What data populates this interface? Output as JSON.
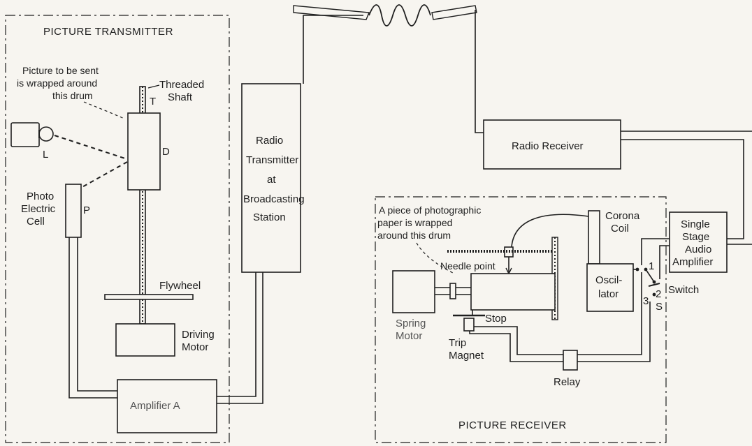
{
  "transmitter": {
    "title": "PICTURE TRANSMITTER",
    "picture_note": [
      "Picture to be sent",
      "is wrapped around",
      "this drum"
    ],
    "threaded_shaft": [
      "Threaded",
      "Shaft"
    ],
    "shaft_letter": "T",
    "drum_letter": "D",
    "lamp_letter": "L",
    "photo_cell": [
      "Photo",
      "Electric",
      "Cell"
    ],
    "photo_cell_letter": "P",
    "flywheel": "Flywheel",
    "driving_motor": [
      "Driving",
      "Motor"
    ],
    "amplifier": "Amplifier A"
  },
  "radio_transmitter": [
    "Radio",
    "Transmitter",
    "at",
    "Broadcasting",
    "Station"
  ],
  "radio_receiver": "Radio Receiver",
  "receiver": {
    "title": "PICTURE RECEIVER",
    "paper_note": [
      "A piece of photographic",
      "paper is wrapped",
      "around this drum"
    ],
    "needle_point": "Needle point",
    "corona_coil": [
      "Corona",
      "Coil"
    ],
    "oscillator": [
      "Oscil-",
      "lator"
    ],
    "amplifier": [
      "Single",
      "Stage",
      "Audio",
      "Amplifier"
    ],
    "switch": "Switch",
    "switch_terminals": [
      "1",
      "2",
      "3"
    ],
    "switch_letter": "S",
    "spring_motor": [
      "Spring",
      "Motor"
    ],
    "stop": "Stop",
    "trip_magnet": [
      "Trip",
      "Magnet"
    ],
    "relay": "Relay"
  }
}
